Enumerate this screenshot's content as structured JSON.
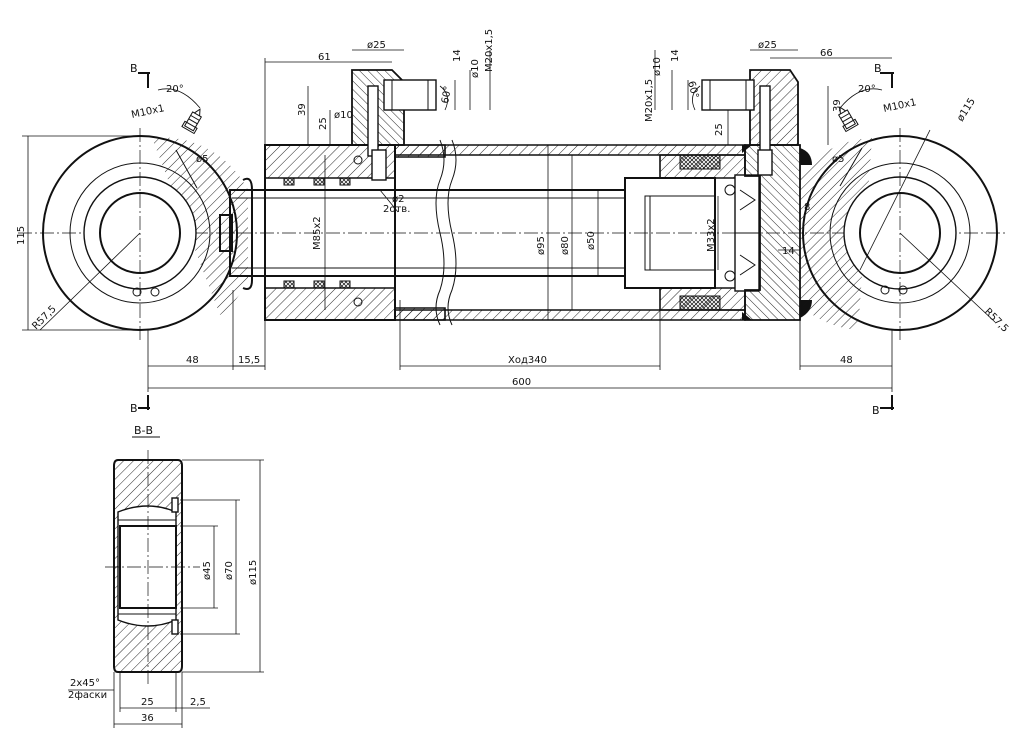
{
  "section_marks": {
    "letter": "В",
    "title": "В-В"
  },
  "dimensions": {
    "d25_left": "ø25",
    "len_61": "61",
    "d14_left": "14",
    "d10_left_top": "ø10",
    "thread_left": "M20x1,5",
    "len_39_left": "39",
    "len_25_left": "25",
    "d10_left": "ø10",
    "angle_60_left": "60°",
    "hole_d2": "ø2",
    "holes_count": "2отв.",
    "angle_20_left": "20°",
    "fitting_left": "M10x1",
    "d5_left": "ø5",
    "radius_left": "R57,5",
    "height_115": "115",
    "thread_rod": "M85x2",
    "d95": "ø95",
    "d80": "ø80",
    "d50": "ø50",
    "thread_piston": "M33x2",
    "d25_right": "ø25",
    "len_66": "66",
    "d10_right_top": "ø10",
    "d14_right": "14",
    "thread_right": "M20x1,5",
    "angle_60_right": "60°",
    "len_39_right": "39",
    "len_25_right": "25",
    "angle_20_right": "20°",
    "fitting_right": "M10x1",
    "d5_right": "ø5",
    "d115_right": "ø115",
    "radius_right": "R57,5",
    "len_8": "8",
    "len_14": "14",
    "len_48_left": "48",
    "len_15_5": "15,5",
    "stroke": "Ход340",
    "len_48_right": "48",
    "total_600": "600"
  },
  "section_view": {
    "d45": "ø45",
    "d70": "ø70",
    "d115": "ø115",
    "chamfer": "2x45°",
    "chamfer_count": "2фаски",
    "width_25": "25",
    "width_2_5": "2,5",
    "width_36": "36"
  }
}
